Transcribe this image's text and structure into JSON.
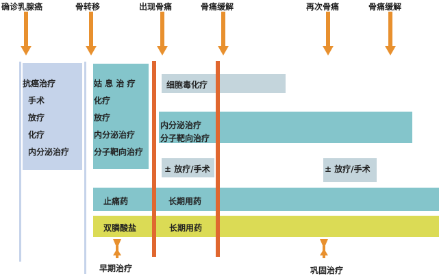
{
  "milestones": [
    "确诊乳腺癌",
    "骨转移",
    "出现骨痛",
    "骨痛缓解",
    "再次骨痛",
    "骨痛缓解"
  ],
  "box1": {
    "title": "抗癌治疗",
    "items": [
      "手术",
      "放疗",
      "化疗",
      "内分泌治疗"
    ]
  },
  "box2": {
    "title": "姑 息 治 疗",
    "items": [
      "化疗",
      "放疗",
      "内分泌治疗",
      "分子靶向治疗"
    ]
  },
  "chemo": "细胞毒化疗",
  "endocrine": [
    "内分泌治疗",
    "分子靶向治疗"
  ],
  "radio1": "± 放疗/手术",
  "radio2": "± 放疗/手术",
  "analgesic": {
    "label": "止痛药",
    "note": "长期用药"
  },
  "bisphosphonate": {
    "label": "双膦酸盐",
    "note": "长期用药"
  },
  "bottom": [
    "早期治疗",
    "巩固治疗"
  ],
  "colors": {
    "arrow": "#e8902e",
    "bar": "#e0672f",
    "blue": "#c5d3ea",
    "teal": "#84c5cb",
    "gray": "#c4d5dc",
    "yellow": "#dbdb55"
  }
}
